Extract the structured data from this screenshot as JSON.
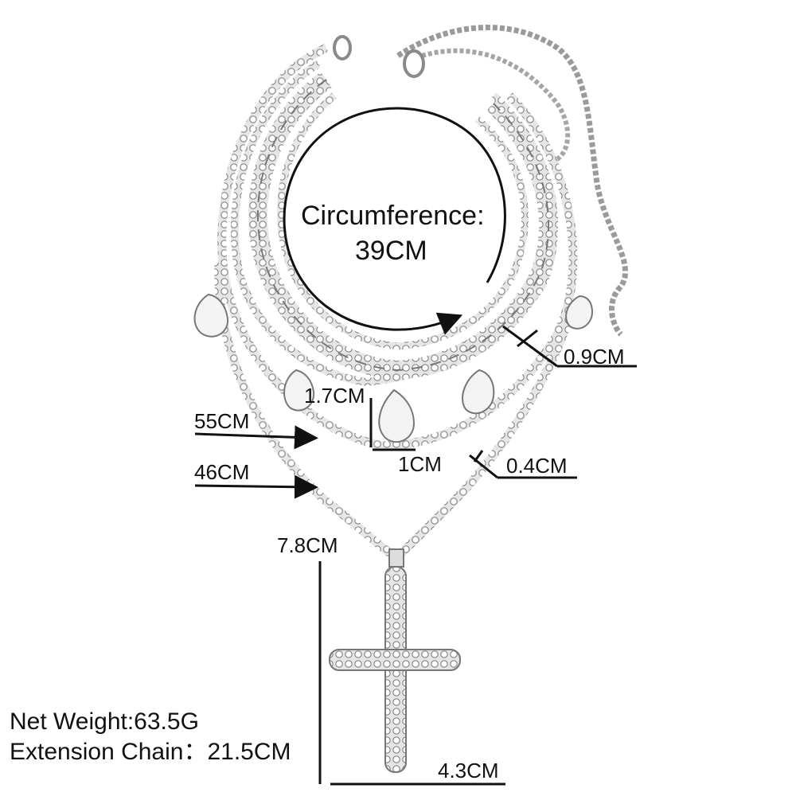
{
  "labels": {
    "circumference_title": "Circumference:",
    "circumference_value": "39CM",
    "width_0_9": "0.9CM",
    "drop_1_7": "1.7CM",
    "len_55": "55CM",
    "len_46": "46CM",
    "drop_width_1": "1CM",
    "width_0_4": "0.4CM",
    "pendant_len": "7.8CM",
    "pendant_width": "4.3CM",
    "net_weight": "Net Weight:63.5G",
    "extension_chain": "Extension Chain：21.5CM"
  },
  "colors": {
    "silver": "#c9c9c9",
    "silver_dark": "#8a8a8a",
    "ink": "#111111"
  }
}
